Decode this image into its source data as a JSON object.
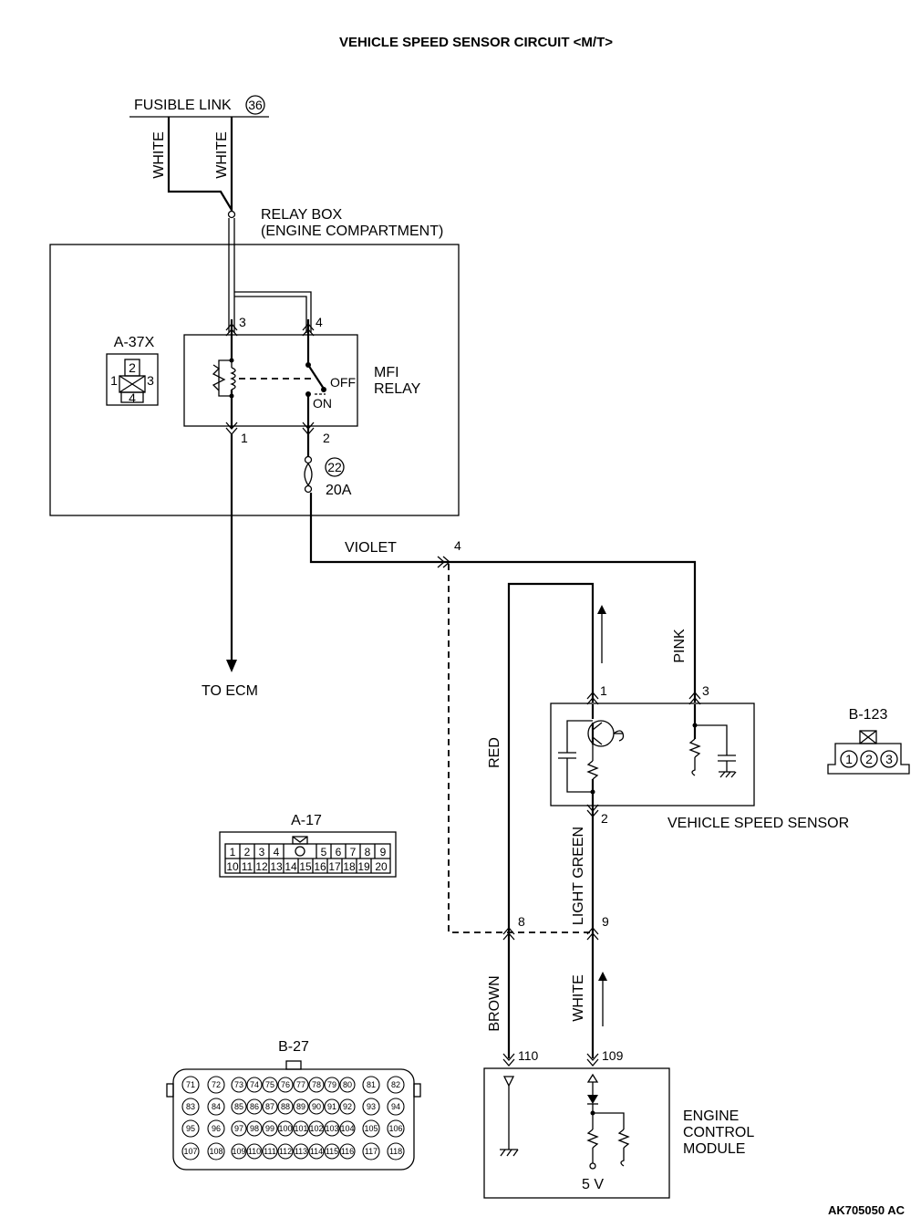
{
  "title": "VEHICLE SPEED SENSOR CIRCUIT <M/T>",
  "fusible_link": {
    "label": "FUSIBLE LINK",
    "number": "36"
  },
  "wire_colors": {
    "white_left": "WHITE",
    "white_right": "WHITE",
    "violet": "VIOLET",
    "pink": "PINK",
    "red": "RED",
    "light_green": "LIGHT GREEN",
    "brown": "BROWN",
    "white_bottom": "WHITE"
  },
  "relay_box": {
    "line1": "RELAY BOX",
    "line2": "(ENGINE COMPARTMENT)"
  },
  "mfi_relay": {
    "line1": "MFI",
    "line2": "RELAY",
    "off": "OFF",
    "on": "ON",
    "pins": {
      "p1": "1",
      "p2": "2",
      "p3": "3",
      "p4": "4"
    }
  },
  "fuse": {
    "number": "22",
    "rating": "20A"
  },
  "to_ecm": "TO ECM",
  "junction_pin": "4",
  "connector_a37x": {
    "label": "A-37X",
    "pins": [
      "1",
      "2",
      "3",
      "4"
    ]
  },
  "connector_b123": {
    "label": "B-123",
    "pins": [
      "1",
      "2",
      "3"
    ]
  },
  "connector_a17": {
    "label": "A-17",
    "row1": [
      "1",
      "2",
      "3",
      "4",
      "5",
      "6",
      "7",
      "8",
      "9"
    ],
    "row2": [
      "10",
      "11",
      "12",
      "13",
      "14",
      "15",
      "16",
      "17",
      "18",
      "19",
      "20"
    ]
  },
  "connector_b27": {
    "label": "B-27",
    "rows": [
      [
        "71",
        "72",
        "73",
        "74",
        "75",
        "76",
        "77",
        "78",
        "79",
        "80",
        "81",
        "82"
      ],
      [
        "83",
        "84",
        "85",
        "86",
        "87",
        "88",
        "89",
        "90",
        "91",
        "92",
        "93",
        "94"
      ],
      [
        "95",
        "96",
        "97",
        "98",
        "99",
        "100",
        "101",
        "102",
        "103",
        "104",
        "105",
        "106"
      ],
      [
        "107",
        "108",
        "109",
        "110",
        "111",
        "112",
        "113",
        "114",
        "115",
        "116",
        "117",
        "118"
      ]
    ]
  },
  "vss": {
    "label": "VEHICLE SPEED SENSOR",
    "pins": {
      "p1": "1",
      "p2": "2",
      "p3": "3"
    }
  },
  "joint_pins": {
    "p8": "8",
    "p9": "9"
  },
  "ecm": {
    "line1": "ENGINE",
    "line2": "CONTROL",
    "line3": "MODULE",
    "voltage": "5 V",
    "pins": {
      "p110": "110",
      "p109": "109"
    }
  },
  "figure_code": "AK705050 AC"
}
